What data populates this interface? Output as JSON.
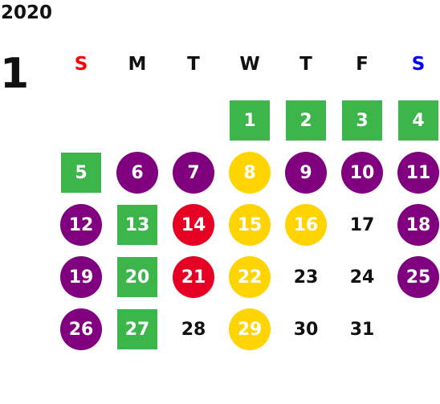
{
  "calendar": {
    "year": "2020",
    "month": "1",
    "weekdays": [
      {
        "label": "S",
        "color": "#ff0000"
      },
      {
        "label": "M",
        "color": "#111111"
      },
      {
        "label": "T",
        "color": "#111111"
      },
      {
        "label": "W",
        "color": "#111111"
      },
      {
        "label": "T",
        "color": "#111111"
      },
      {
        "label": "F",
        "color": "#111111"
      },
      {
        "label": "S",
        "color": "#0000ff"
      }
    ],
    "colors": {
      "green": "#3cb64a",
      "purple": "#800080",
      "yellow": "#ffd400",
      "red": "#e60023"
    },
    "days": [
      {
        "day": "1",
        "week": 0,
        "weekday": 3,
        "mark": "green-square"
      },
      {
        "day": "2",
        "week": 0,
        "weekday": 4,
        "mark": "green-square"
      },
      {
        "day": "3",
        "week": 0,
        "weekday": 5,
        "mark": "green-square"
      },
      {
        "day": "4",
        "week": 0,
        "weekday": 6,
        "mark": "green-square"
      },
      {
        "day": "5",
        "week": 1,
        "weekday": 0,
        "mark": "green-square"
      },
      {
        "day": "6",
        "week": 1,
        "weekday": 1,
        "mark": "purple-circle"
      },
      {
        "day": "7",
        "week": 1,
        "weekday": 2,
        "mark": "purple-circle"
      },
      {
        "day": "8",
        "week": 1,
        "weekday": 3,
        "mark": "yellow-circle"
      },
      {
        "day": "9",
        "week": 1,
        "weekday": 4,
        "mark": "purple-circle"
      },
      {
        "day": "10",
        "week": 1,
        "weekday": 5,
        "mark": "purple-circle"
      },
      {
        "day": "11",
        "week": 1,
        "weekday": 6,
        "mark": "purple-circle"
      },
      {
        "day": "12",
        "week": 2,
        "weekday": 0,
        "mark": "purple-circle"
      },
      {
        "day": "13",
        "week": 2,
        "weekday": 1,
        "mark": "green-square"
      },
      {
        "day": "14",
        "week": 2,
        "weekday": 2,
        "mark": "red-circle"
      },
      {
        "day": "15",
        "week": 2,
        "weekday": 3,
        "mark": "yellow-circle"
      },
      {
        "day": "16",
        "week": 2,
        "weekday": 4,
        "mark": "yellow-circle"
      },
      {
        "day": "17",
        "week": 2,
        "weekday": 5,
        "mark": "none"
      },
      {
        "day": "18",
        "week": 2,
        "weekday": 6,
        "mark": "purple-circle"
      },
      {
        "day": "19",
        "week": 3,
        "weekday": 0,
        "mark": "purple-circle"
      },
      {
        "day": "20",
        "week": 3,
        "weekday": 1,
        "mark": "green-square"
      },
      {
        "day": "21",
        "week": 3,
        "weekday": 2,
        "mark": "red-circle"
      },
      {
        "day": "22",
        "week": 3,
        "weekday": 3,
        "mark": "yellow-circle"
      },
      {
        "day": "23",
        "week": 3,
        "weekday": 4,
        "mark": "none"
      },
      {
        "day": "24",
        "week": 3,
        "weekday": 5,
        "mark": "none"
      },
      {
        "day": "25",
        "week": 3,
        "weekday": 6,
        "mark": "purple-circle"
      },
      {
        "day": "26",
        "week": 4,
        "weekday": 0,
        "mark": "purple-circle"
      },
      {
        "day": "27",
        "week": 4,
        "weekday": 1,
        "mark": "green-square"
      },
      {
        "day": "28",
        "week": 4,
        "weekday": 2,
        "mark": "none"
      },
      {
        "day": "29",
        "week": 4,
        "weekday": 3,
        "mark": "yellow-circle"
      },
      {
        "day": "30",
        "week": 4,
        "weekday": 4,
        "mark": "none"
      },
      {
        "day": "31",
        "week": 4,
        "weekday": 5,
        "mark": "none"
      }
    ]
  }
}
